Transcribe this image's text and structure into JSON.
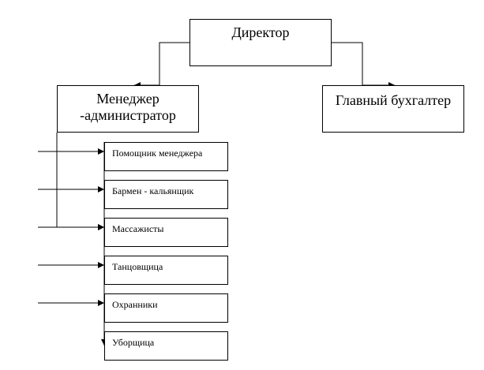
{
  "chart_data": {
    "type": "org-chart",
    "root": {
      "label": "Директор",
      "children": [
        {
          "label": "Менеджер\n-администратор",
          "children": [
            {
              "label": "Помощник менеджера"
            },
            {
              "label": "Бармен - кальянщик"
            },
            {
              "label": "Массажисты"
            },
            {
              "label": "Танцовщица"
            },
            {
              "label": "Охранники"
            },
            {
              "label": "Уборщица"
            }
          ]
        },
        {
          "label": "Главный бухгалтер"
        }
      ]
    }
  },
  "nodes": {
    "director": "Директор",
    "manager": "Менеджер\n-администратор",
    "accountant": "Главный бухгалтер",
    "staff": [
      "Помощник менеджера",
      "Бармен - кальянщик",
      "Массажисты",
      "Танцовщица",
      "Охранники",
      "Уборщица"
    ]
  },
  "colors": {
    "line": "#000000",
    "box_fill": "#ffffff"
  }
}
